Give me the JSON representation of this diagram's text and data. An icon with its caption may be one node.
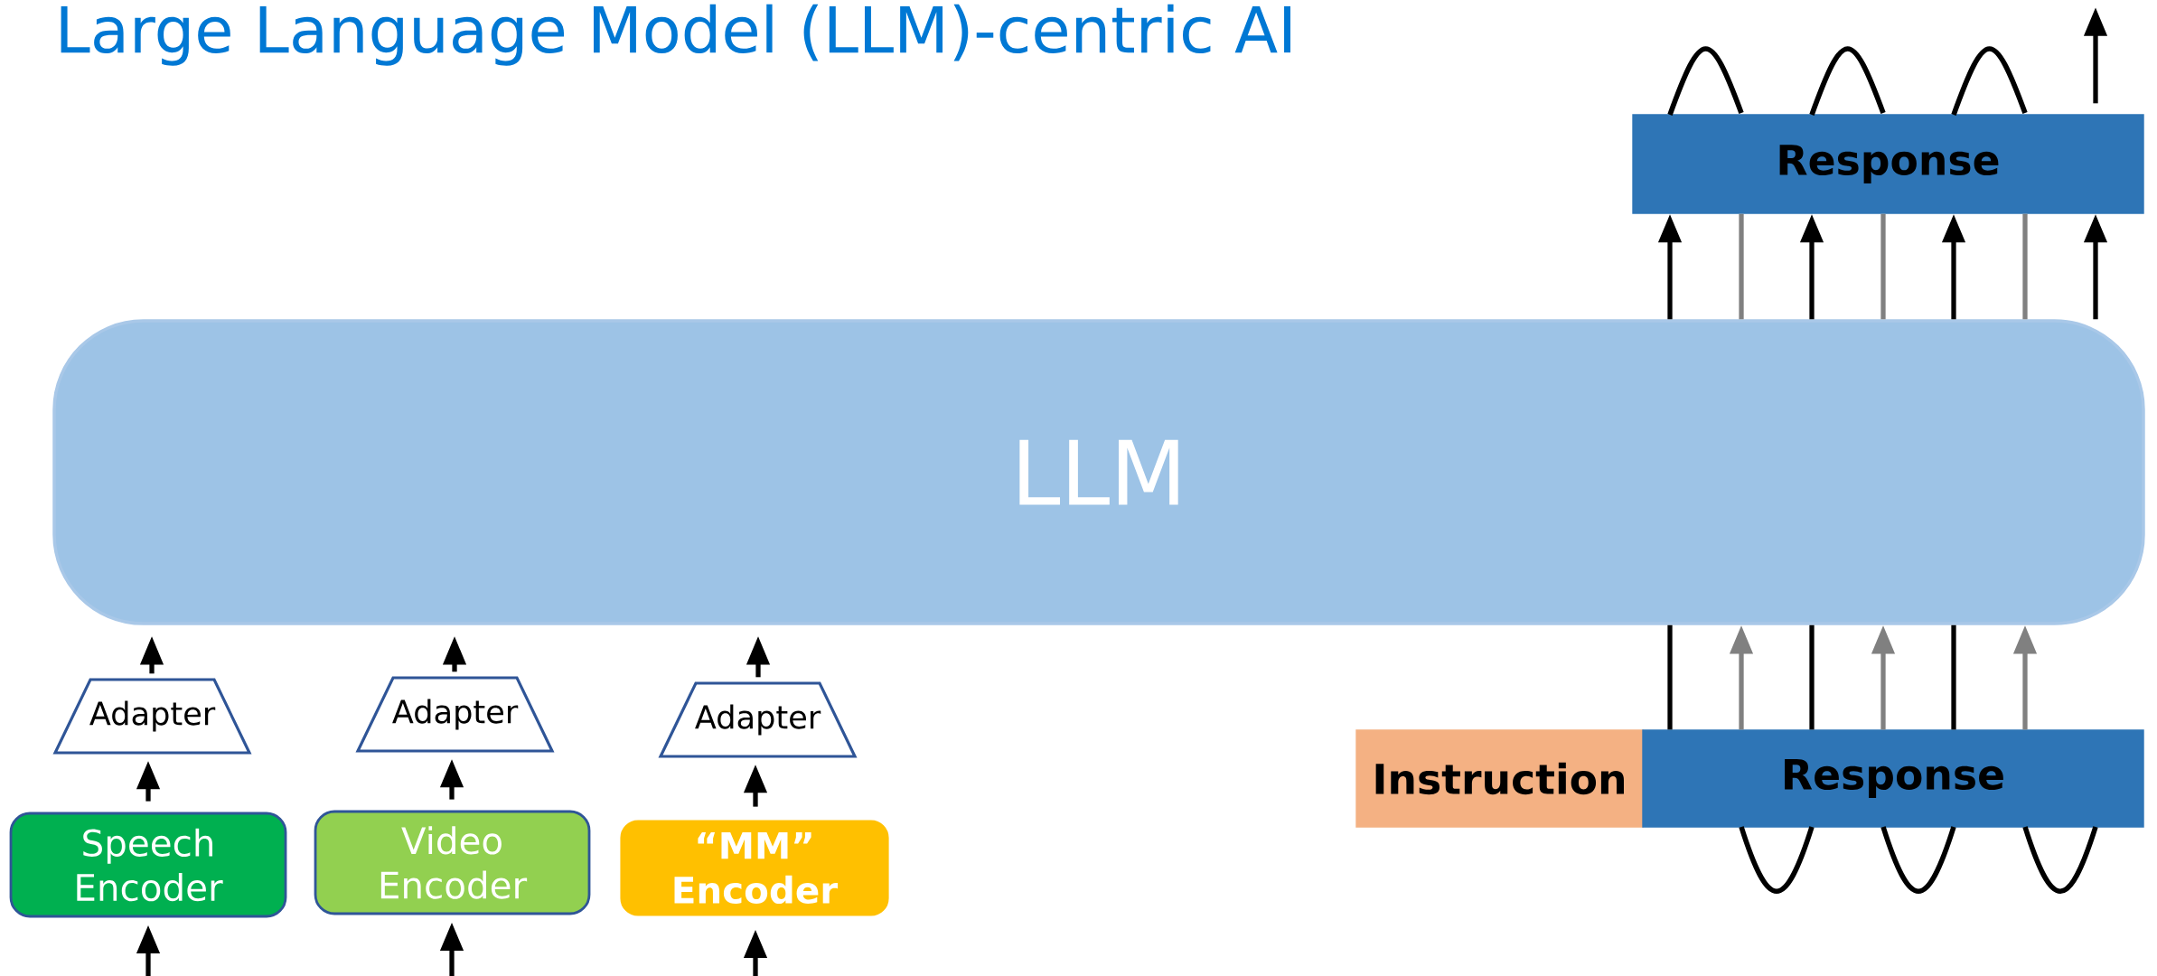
{
  "diagram": {
    "title": "Large Language Model (LLM)-centric AI",
    "nodes": [
      {
        "text": [
          "LLM"
        ]
      },
      {
        "text": [
          "Response"
        ]
      },
      {
        "text": [
          "Instruction"
        ]
      },
      {
        "text": [
          "Response"
        ]
      },
      {
        "text": [
          "Adapter"
        ]
      },
      {
        "text": [
          "Adapter"
        ]
      },
      {
        "text": [
          "Adapter"
        ]
      },
      {
        "text": [
          "Speech Encoder"
        ]
      },
      {
        "text": [
          "Video Encoder"
        ]
      },
      {
        "text": [
          "“MM” Encoder"
        ]
      }
    ],
    "edges": [
      {
        "from": 0,
        "to": 1,
        "arrow": "to"
      },
      {
        "from": 0,
        "to": 1,
        "arrow": "to"
      },
      {
        "from": 0,
        "to": 1,
        "arrow": "to"
      },
      {
        "from": 0,
        "to": 1,
        "arrow": "to"
      },
      {
        "from": 0,
        "to": 1,
        "arrow": "none",
        "color": "#808080"
      },
      {
        "from": 0,
        "to": 1,
        "arrow": "none",
        "color": "#808080"
      },
      {
        "from": 0,
        "to": 1,
        "arrow": "none",
        "color": "#808080"
      },
      {
        "from": 1,
        "to": null,
        "arrow": "to"
      },
      {
        "from": 3,
        "to": 0,
        "arrow": "none"
      },
      {
        "from": 3,
        "to": 0,
        "arrow": "none"
      },
      {
        "from": 3,
        "to": 0,
        "arrow": "none"
      },
      {
        "from": 3,
        "to": 0,
        "arrow": "to",
        "color": "#808080"
      },
      {
        "from": 3,
        "to": 0,
        "arrow": "to",
        "color": "#808080"
      },
      {
        "from": 3,
        "to": 0,
        "arrow": "to",
        "color": "#808080"
      },
      {
        "from": 7,
        "to": 4,
        "arrow": "to"
      },
      {
        "from": 8,
        "to": 5,
        "arrow": "to"
      },
      {
        "from": 9,
        "to": 6,
        "arrow": "to"
      },
      {
        "from": 4,
        "to": 0,
        "arrow": "to"
      },
      {
        "from": 5,
        "to": 0,
        "arrow": "to"
      },
      {
        "from": 6,
        "to": 0,
        "arrow": "to"
      },
      {
        "from": null,
        "to": 7,
        "arrow": "to"
      },
      {
        "from": null,
        "to": 8,
        "arrow": "to"
      },
      {
        "from": null,
        "to": 9,
        "arrow": "to"
      }
    ]
  }
}
